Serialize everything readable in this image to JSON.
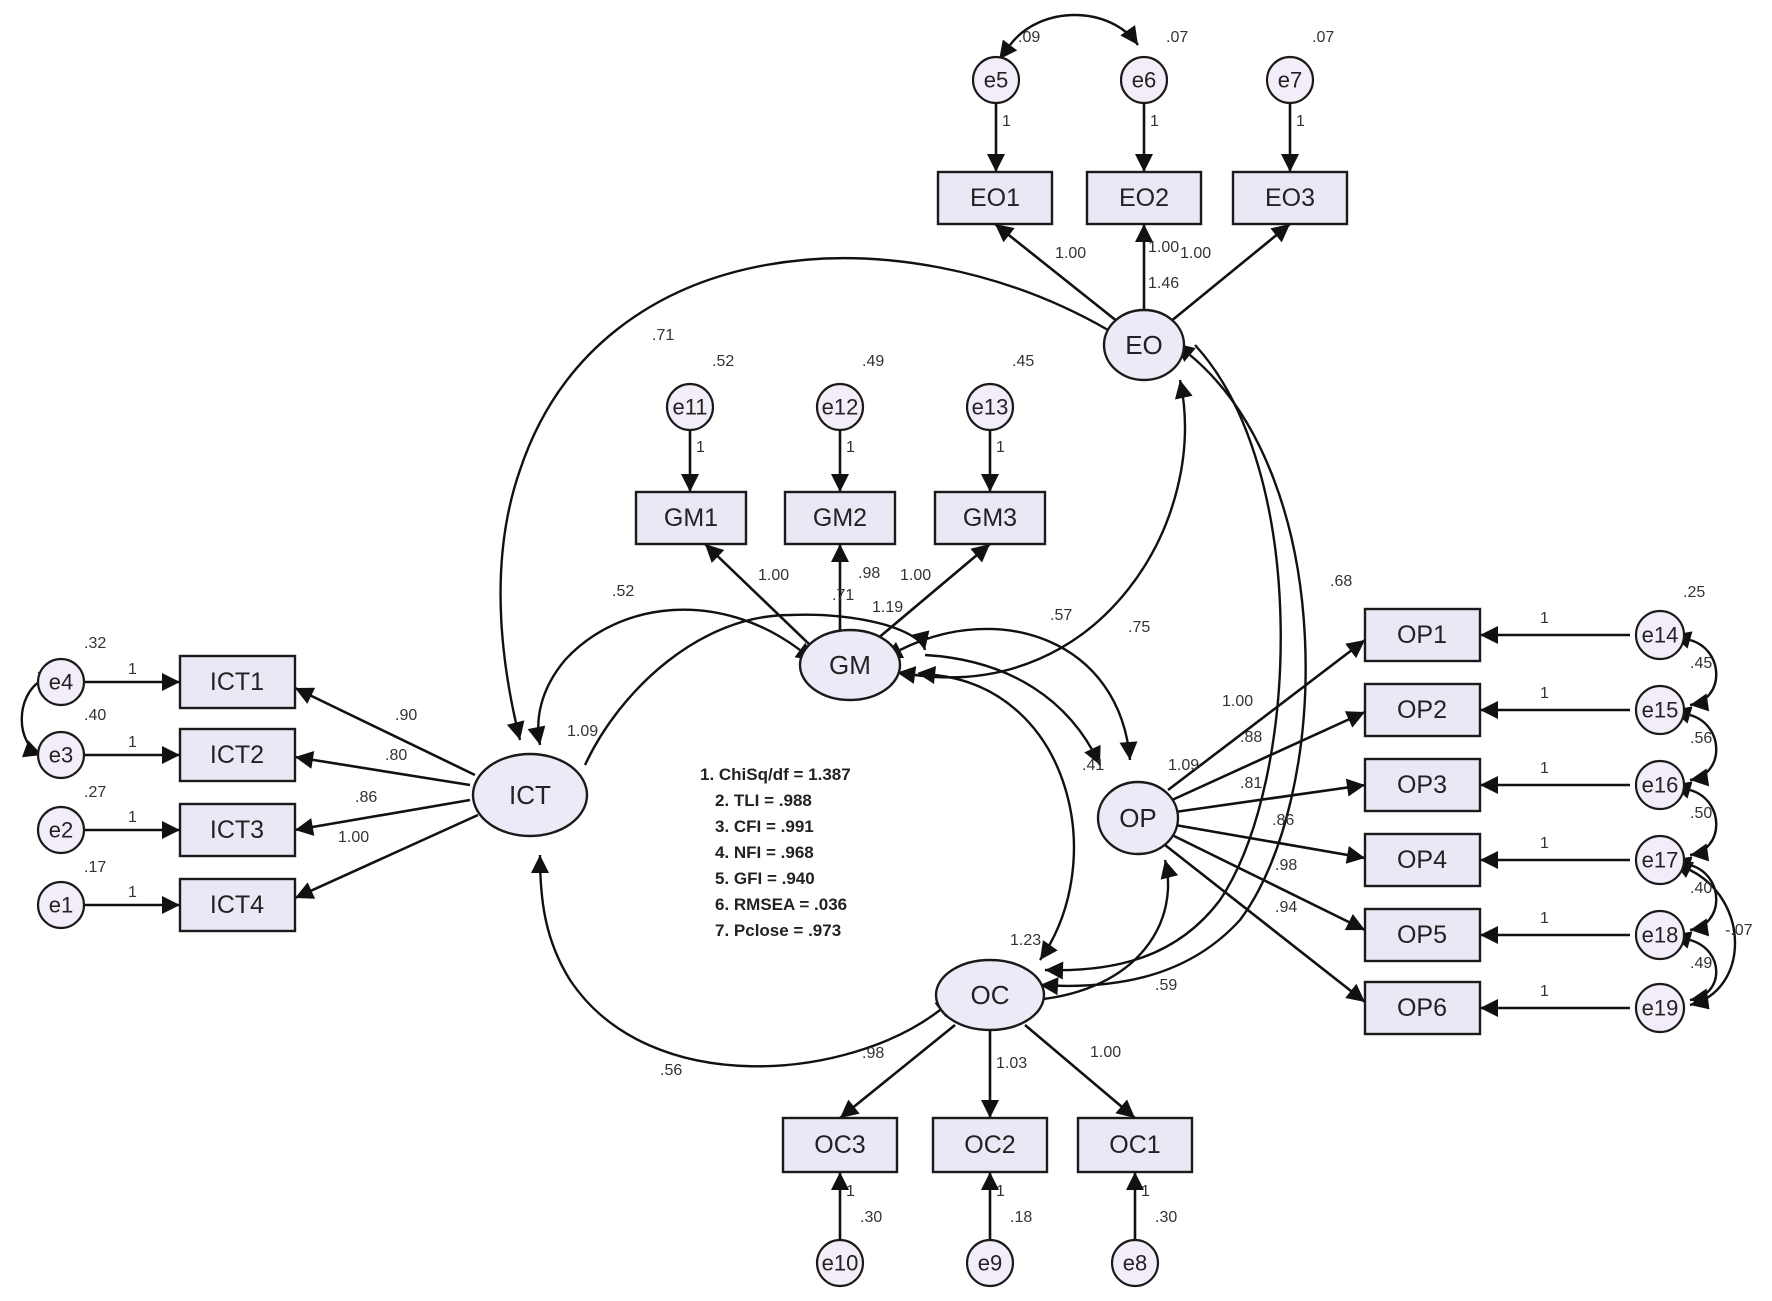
{
  "latents": {
    "EO": "EO",
    "GM": "GM",
    "ICT": "ICT",
    "OP": "OP",
    "OC": "OC"
  },
  "indicators": {
    "EO1": "EO1",
    "EO2": "EO2",
    "EO3": "EO3",
    "GM1": "GM1",
    "GM2": "GM2",
    "GM3": "GM3",
    "ICT1": "ICT1",
    "ICT2": "ICT2",
    "ICT3": "ICT3",
    "ICT4": "ICT4",
    "OP1": "OP1",
    "OP2": "OP2",
    "OP3": "OP3",
    "OP4": "OP4",
    "OP5": "OP5",
    "OP6": "OP6",
    "OC1": "OC1",
    "OC2": "OC2",
    "OC3": "OC3"
  },
  "errors": {
    "e1": "e1",
    "e2": "e2",
    "e3": "e3",
    "e4": "e4",
    "e5": "e5",
    "e6": "e6",
    "e7": "e7",
    "e8": "e8",
    "e9": "e9",
    "e10": "e10",
    "e11": "e11",
    "e12": "e12",
    "e13": "e13",
    "e14": "e14",
    "e15": "e15",
    "e16": "e16",
    "e17": "e17",
    "e18": "e18",
    "e19": "e19"
  },
  "error_variances": {
    "e1": ".17",
    "e2": ".27",
    "e3": ".40",
    "e4": ".32",
    "e5": ".09",
    "e6": ".07",
    "e7": ".07",
    "e8": ".30",
    "e9": ".18",
    "e10": ".30",
    "e11": ".52",
    "e12": ".49",
    "e13": ".45",
    "e14": ".25"
  },
  "fixed_path": "1",
  "loadings": {
    "EO1": "1.00",
    "EO2": "1.00",
    "EO3": "1.00",
    "EO_extra": "1.46",
    "GM1": "1.00",
    "GM2": ".98",
    "GM3": "1.00",
    "ICT1": ".90",
    "ICT2": ".80",
    "ICT3": ".86",
    "ICT4": "1.00",
    "OP1": "1.00",
    "OP2": ".88",
    "OP3": ".81",
    "OP4": ".86",
    "OP5": ".98",
    "OP6": ".94",
    "OC1": "1.00",
    "OC2": "1.03",
    "OC3": ".98"
  },
  "covariances": {
    "EO_ICT": ".71",
    "GM_ICT": ".52",
    "GM_OP": ".57",
    "GM_EO": ".75",
    "EO_OC": ".68",
    "OC_ICT": ".56",
    "OP_OC": ".59",
    "GM_OC": ".41",
    "GM_var": ".71",
    "GM_mid": "1.19",
    "ICT_var": "1.09",
    "OP_var": "1.09",
    "OC_var": "1.23"
  },
  "error_covariances": {
    "e14_e15": ".45",
    "e15_e16": ".56",
    "e16_e17": ".50",
    "e17_e18": ".40",
    "e18_e19": ".49",
    "e18_e19_b": "-.07"
  },
  "fit_indices": [
    "1.  ChiSq/df = 1.387",
    "2.  TLI = .988",
    "3.  CFI = .991",
    "4.  NFI = .968",
    "5.  GFI = .940",
    "6.  RMSEA = .036",
    "7.  Pclose = .973"
  ]
}
